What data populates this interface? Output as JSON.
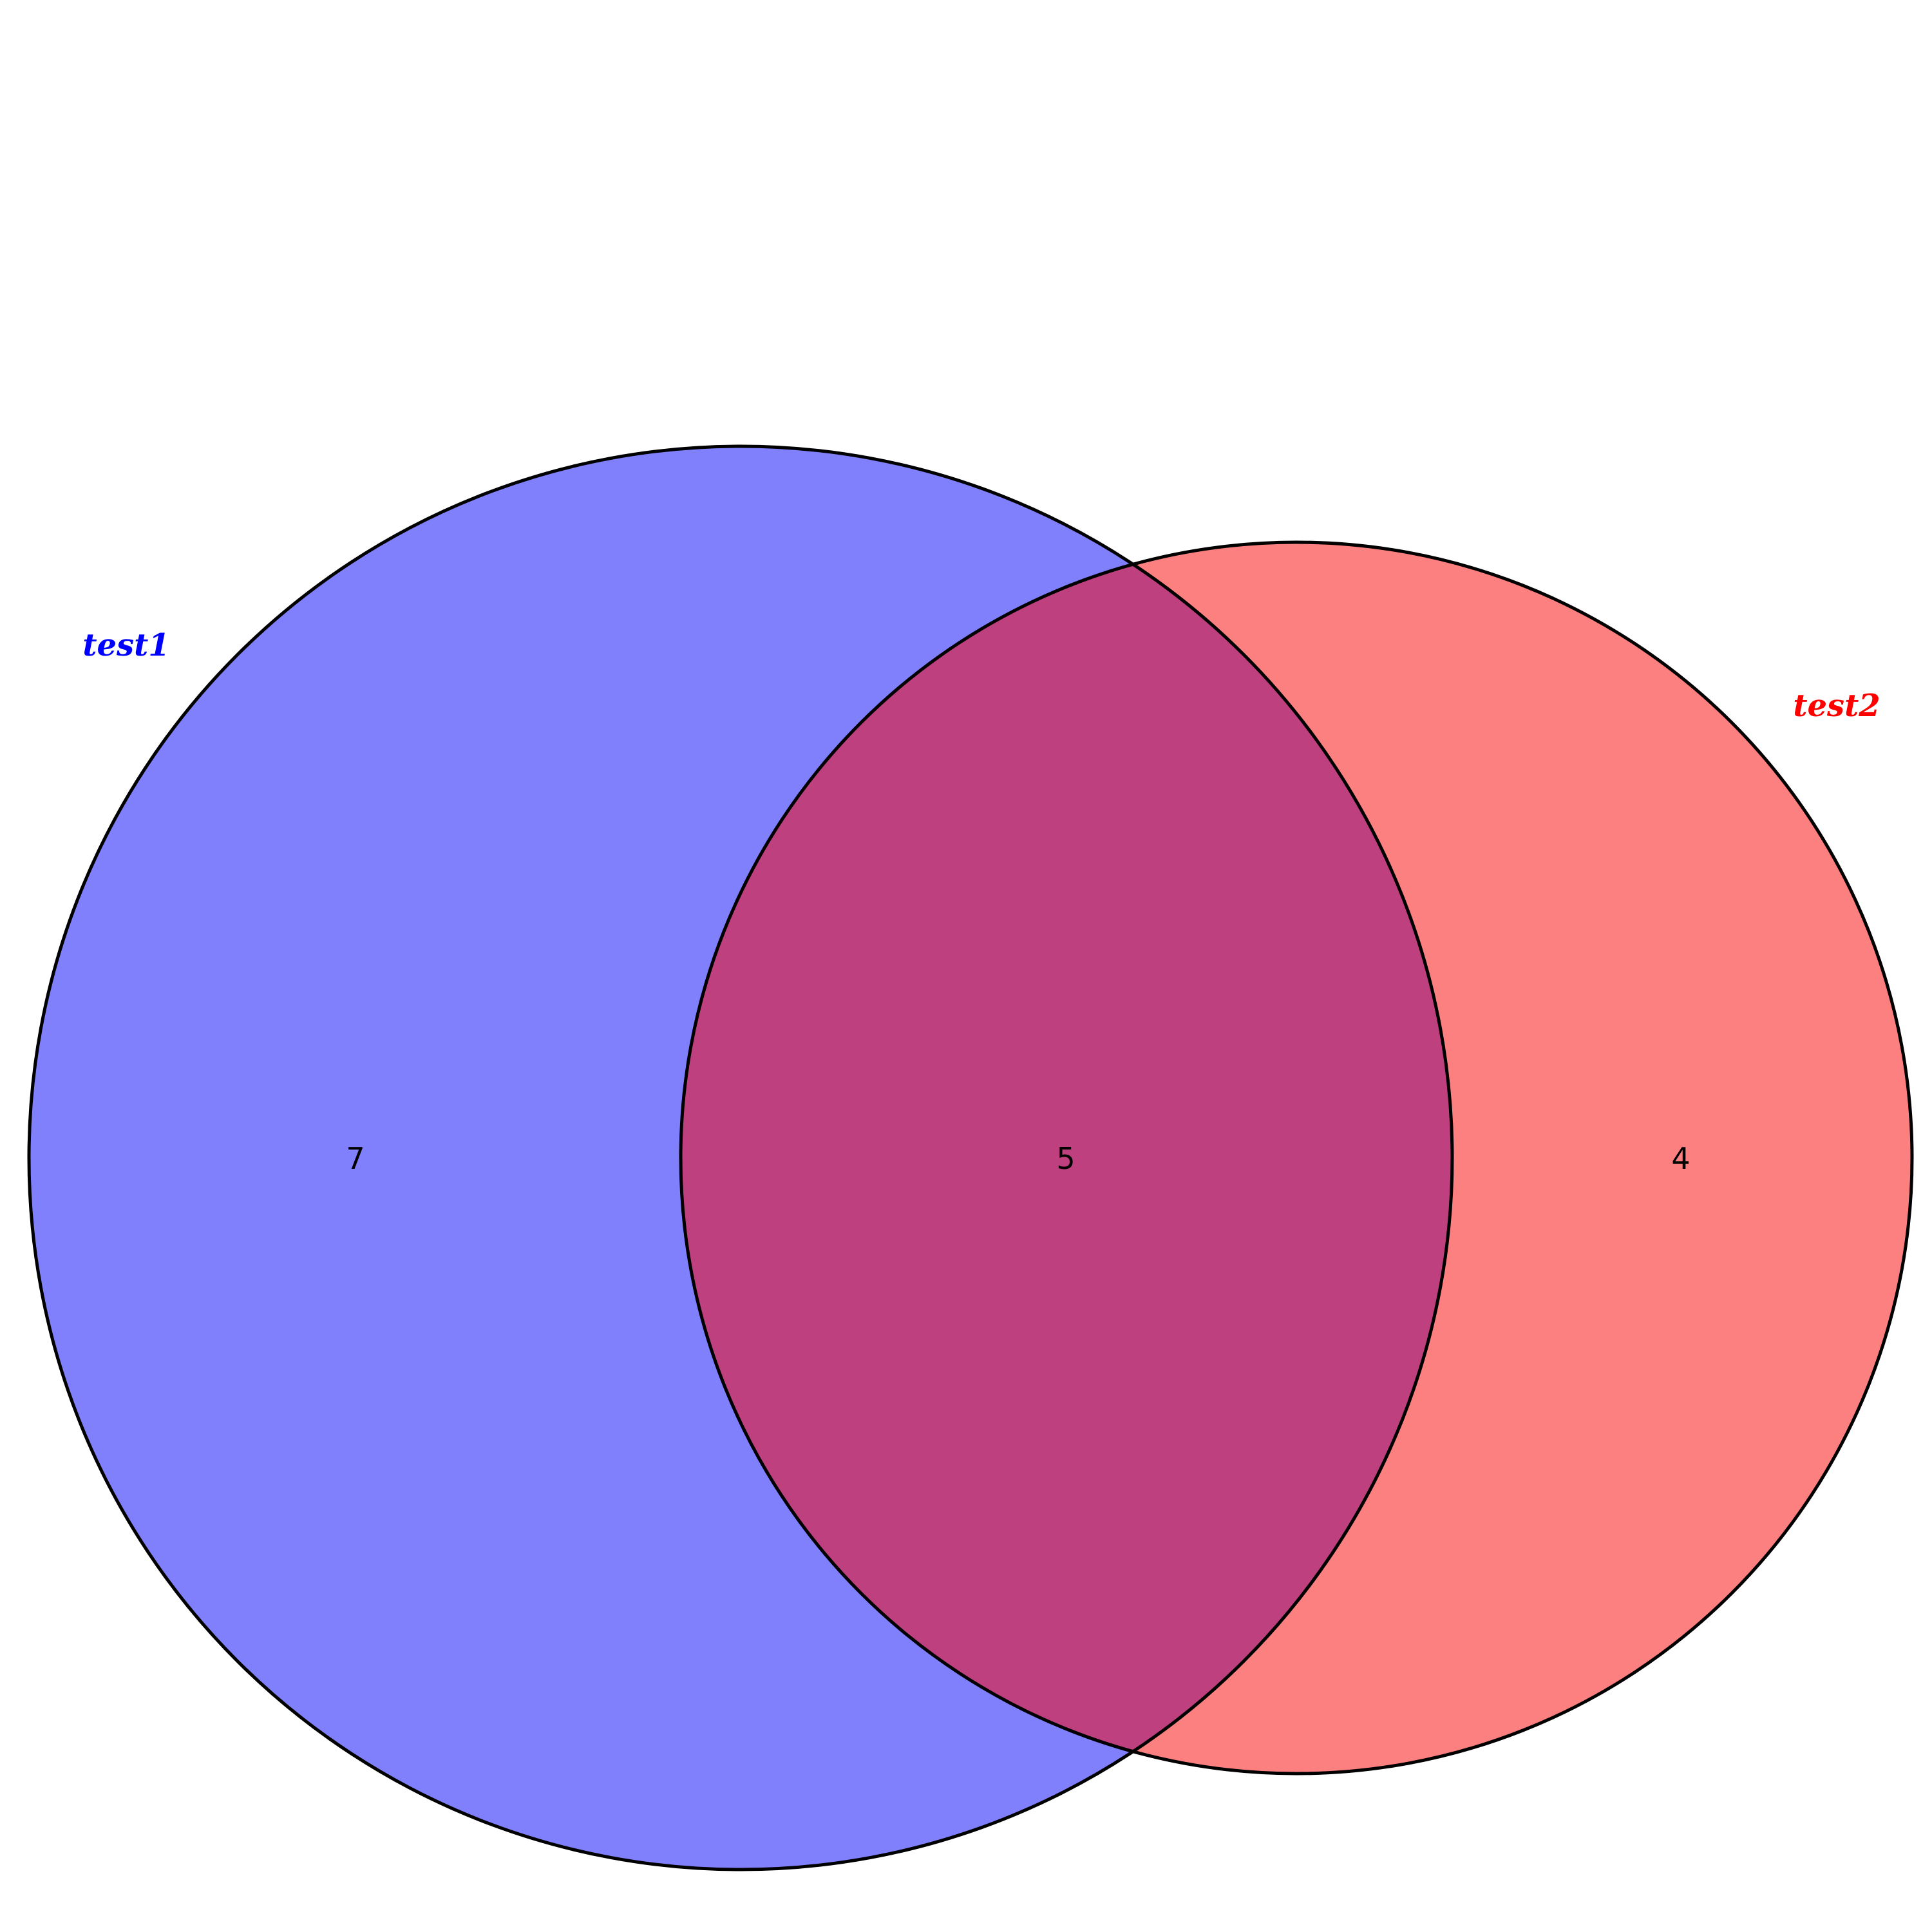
{
  "diagram": {
    "type": "venn2",
    "sets": [
      {
        "name": "test1",
        "color": "#0000ff",
        "fill": "#8080fc"
      },
      {
        "name": "test2",
        "color": "#ff0000",
        "fill": "#fd8080"
      }
    ],
    "intersection_fill": "#bf407e",
    "outline_color": "#000000",
    "counts": {
      "test1_only": "7",
      "both": "5",
      "test2_only": "4"
    }
  }
}
